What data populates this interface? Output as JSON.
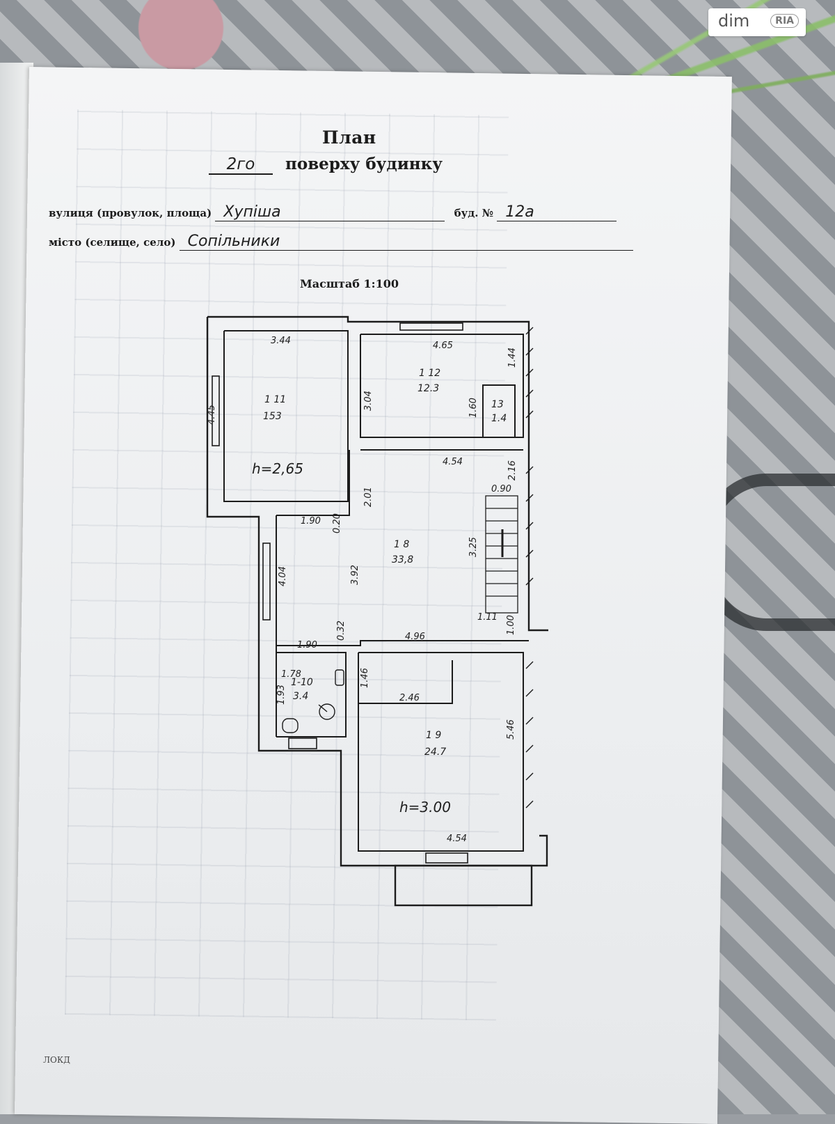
{
  "watermark": {
    "brand_left": "dim",
    "brand_right": "RIA"
  },
  "document": {
    "title": "План",
    "floor_handwritten": "2го",
    "subtitle": "поверху будинку",
    "street_label": "вулиця (провулок, площа)",
    "street_value": "Хупіша",
    "house_label": "буд. №",
    "house_value": "12а",
    "city_label": "місто (селище, село)",
    "city_value": "Сопільники",
    "scale_label": "Масштаб 1:100",
    "footer_code": "ЛОКД"
  },
  "rooms": [
    {
      "id": "1-11",
      "number": "1 11",
      "area": "153",
      "height": "h=2,65"
    },
    {
      "id": "1-12",
      "number": "1 12",
      "area": "12.3"
    },
    {
      "id": "1-13",
      "number": "13",
      "area": "1.4"
    },
    {
      "id": "1-8",
      "number": "1 8",
      "area": "33,8"
    },
    {
      "id": "1-10",
      "number": "1-10",
      "area": "3.4"
    },
    {
      "id": "1-9",
      "number": "1 9",
      "area": "24.7",
      "height": "h=3.00"
    }
  ],
  "dimensions": [
    "3.44",
    "4.65",
    "1.44",
    "3.04",
    "1.60",
    "4.45",
    "4.54",
    "2.16",
    "0.90",
    "2.01",
    "1.90",
    "0.20",
    "3.25",
    "4.04",
    "3.92",
    "1.11",
    "1.00",
    "1.90",
    "0.32",
    "4.96",
    "1.78",
    "1.46",
    "1.93",
    "2.46",
    "5.46",
    "4.54"
  ],
  "colors": {
    "paper": "#f1f2f3",
    "ink": "#1c1c1c",
    "red_ink": "#c0392b"
  }
}
